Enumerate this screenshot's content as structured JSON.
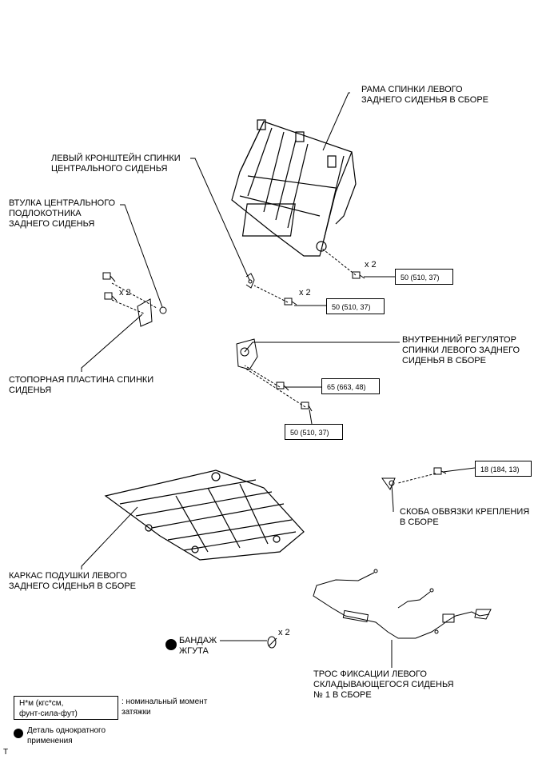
{
  "labels": {
    "seatback_frame": [
      "РАМА СПИНКИ ЛЕВОГО",
      "ЗАДНЕГО СИДЕНЬЯ В СБОРЕ"
    ],
    "center_bracket": [
      "ЛЕВЫЙ КРОНШТЕЙН СПИНКИ",
      "ЦЕНТРАЛЬНОГО СИДЕНЬЯ"
    ],
    "armrest_bushing": [
      "ВТУЛКА ЦЕНТРАЛЬНОГО",
      "ПОДЛОКОТНИКА",
      "ЗАДНЕГО СИДЕНЬЯ"
    ],
    "lock_plate": [
      "СТОПОРНАЯ ПЛАСТИНА СПИНКИ",
      "СИДЕНЬЯ"
    ],
    "recliner": [
      "ВНУТРЕННИЙ РЕГУЛЯТОР",
      "СПИНКИ ЛЕВОГО ЗАДНЕГО",
      "СИДЕНЬЯ В СБОРЕ"
    ],
    "binding_bracket": [
      "СКОБА ОБВЯЗКИ КРЕПЛЕНИЯ",
      "В СБОРЕ"
    ],
    "cushion_frame": [
      "КАРКАС ПОДУШКИ ЛЕВОГО",
      "ЗАДНЕГО СИДЕНЬЯ В СБОРЕ"
    ],
    "harness_band": [
      "БАНДАЖ",
      "ЖГУТА"
    ],
    "lock_cable": [
      "ТРОС ФИКСАЦИИ ЛЕВОГО",
      "СКЛАДЫВАЮЩЕГОСЯ СИДЕНЬЯ",
      "№ 1 В СБОРЕ"
    ]
  },
  "torques": {
    "t1": "50 (510, 37)",
    "t2": "50 (510, 37)",
    "t3": "65 (663, 48)",
    "t4": "50 (510, 37)",
    "t5": "18 (184, 13)"
  },
  "quantities": {
    "q1": "x 2",
    "q2": "x 2",
    "q3": "x 2",
    "q4": "x 2"
  },
  "legend": {
    "torque_unit": [
      "Н*м (кгс*см,",
      "фунт-сила-фут)"
    ],
    "torque_desc": [
      ": номинальный момент",
      "затяжки"
    ],
    "single_use": [
      "Деталь однократного",
      "применения"
    ]
  },
  "footer": "T"
}
